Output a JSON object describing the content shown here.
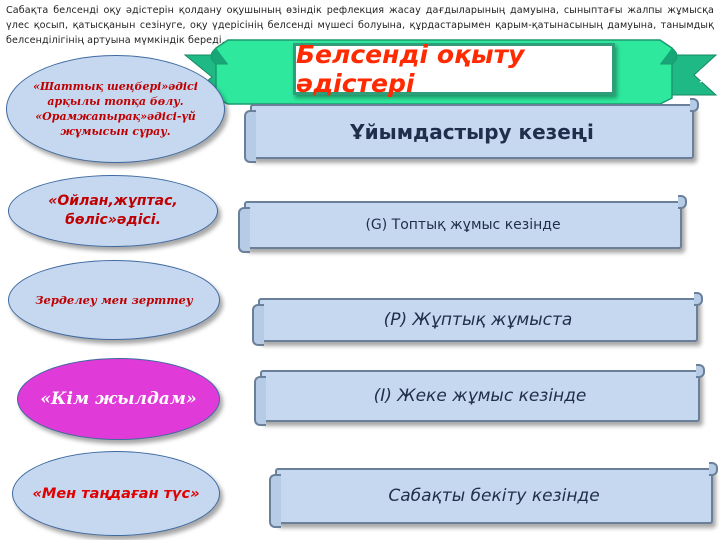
{
  "intro": {
    "text": "Сабақта белсенді оқу әдістерін қолдану оқушының өзіндік рефлекция жасау дағдыларының дамуына, сыныптағы жалпы жұмысқа үлес қосып, қатысқанын сезінуге, оқу үдерісінің белсенді мүшесі болуына, құрдастарымен қарым-қатынасының дамуына, танымдық белсенділігінің артуына мүмкіндік береді."
  },
  "banner": {
    "title": "Белсенді оқыту әдістері",
    "color": "#2ee89e",
    "title_color": "#ff2a00"
  },
  "methods": [
    {
      "label": "«Шаттық шеңбері»әдісі арқылы топқа бөлу. «Орамжапырақ»әдісі-үй жұмысын сұрау."
    },
    {
      "label": "«Ойлан,жұптас, бөліс»әдісі."
    },
    {
      "label": "Зерделеу мен зерттеу"
    },
    {
      "label": "«Кім жылдам»"
    },
    {
      "label": "«Мен таңдаған түс»"
    }
  ],
  "stages": [
    {
      "label": "Ұйымдастыру кезеңі"
    },
    {
      "label": "(G) Топтық жұмыс кезінде"
    },
    {
      "label": "(P) Жұптық жұмыста"
    },
    {
      "label": "(I) Жеке жұмыс кезінде"
    },
    {
      "label": "Сабақты бекіту кезінде"
    }
  ]
}
